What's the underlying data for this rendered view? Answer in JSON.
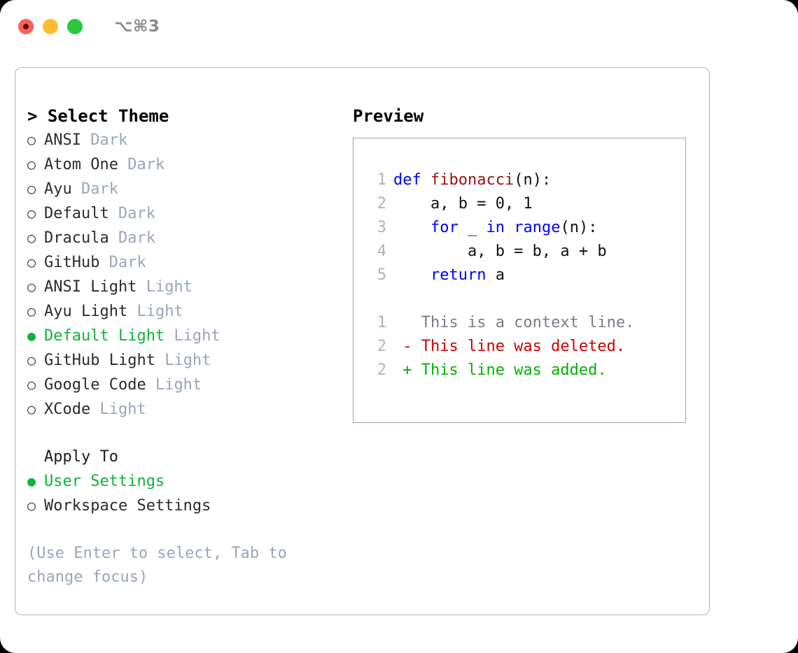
{
  "titlebar": {
    "shortcut": "⌥⌘3",
    "buttons": [
      "close",
      "minimize",
      "maximize"
    ]
  },
  "colors": {
    "accent_green": "#11b23c",
    "tag_gray": "#9aa5b8",
    "keyword_blue": "#0000ff",
    "function_red": "#9c1212",
    "diff_delete": "#cc0000",
    "diff_add": "#00b300",
    "border": "#aab4c4"
  },
  "theme_picker": {
    "title": "> Select Theme",
    "marker_selected": "●",
    "marker_unselected": "○",
    "options": [
      {
        "name": "ANSI",
        "tag": "Dark",
        "selected": false
      },
      {
        "name": "Atom One",
        "tag": "Dark",
        "selected": false
      },
      {
        "name": "Ayu",
        "tag": "Dark",
        "selected": false
      },
      {
        "name": "Default",
        "tag": "Dark",
        "selected": false
      },
      {
        "name": "Dracula",
        "tag": "Dark",
        "selected": false
      },
      {
        "name": "GitHub",
        "tag": "Dark",
        "selected": false
      },
      {
        "name": "ANSI Light",
        "tag": "Light",
        "selected": false
      },
      {
        "name": "Ayu Light",
        "tag": "Light",
        "selected": false
      },
      {
        "name": "Default Light",
        "tag": "Light",
        "selected": true
      },
      {
        "name": "GitHub Light",
        "tag": "Light",
        "selected": false
      },
      {
        "name": "Google Code",
        "tag": "Light",
        "selected": false
      },
      {
        "name": "XCode",
        "tag": "Light",
        "selected": false
      }
    ]
  },
  "apply_to": {
    "label": "Apply To",
    "options": [
      {
        "name": "User Settings",
        "selected": true
      },
      {
        "name": "Workspace Settings",
        "selected": false
      }
    ]
  },
  "hint": "(Use Enter to select, Tab to change focus)",
  "preview": {
    "title": "Preview",
    "code_lines": [
      {
        "no": "1",
        "tokens": [
          {
            "t": "def ",
            "c": "kw"
          },
          {
            "t": "fibonacci",
            "c": "fn"
          },
          {
            "t": "(n):",
            "c": "plain"
          }
        ]
      },
      {
        "no": "2",
        "tokens": [
          {
            "t": "    a, b = 0, 1",
            "c": "plain"
          }
        ]
      },
      {
        "no": "3",
        "tokens": [
          {
            "t": "    ",
            "c": "plain"
          },
          {
            "t": "for",
            "c": "kw"
          },
          {
            "t": " _ ",
            "c": "plain"
          },
          {
            "t": "in",
            "c": "kw"
          },
          {
            "t": " ",
            "c": "plain"
          },
          {
            "t": "range",
            "c": "kw"
          },
          {
            "t": "(n):",
            "c": "plain"
          }
        ]
      },
      {
        "no": "4",
        "tokens": [
          {
            "t": "        a, b = b, a + b",
            "c": "plain"
          }
        ]
      },
      {
        "no": "5",
        "tokens": [
          {
            "t": "    ",
            "c": "plain"
          },
          {
            "t": "return",
            "c": "kw"
          },
          {
            "t": " a",
            "c": "plain"
          }
        ]
      }
    ],
    "diff_lines": [
      {
        "no": "1",
        "tokens": [
          {
            "t": "   This is a context line.",
            "c": "ctx"
          }
        ]
      },
      {
        "no": "2",
        "tokens": [
          {
            "t": " - This line was deleted.",
            "c": "del"
          }
        ]
      },
      {
        "no": "2",
        "tokens": [
          {
            "t": " + This line was added.",
            "c": "add"
          }
        ]
      }
    ]
  }
}
